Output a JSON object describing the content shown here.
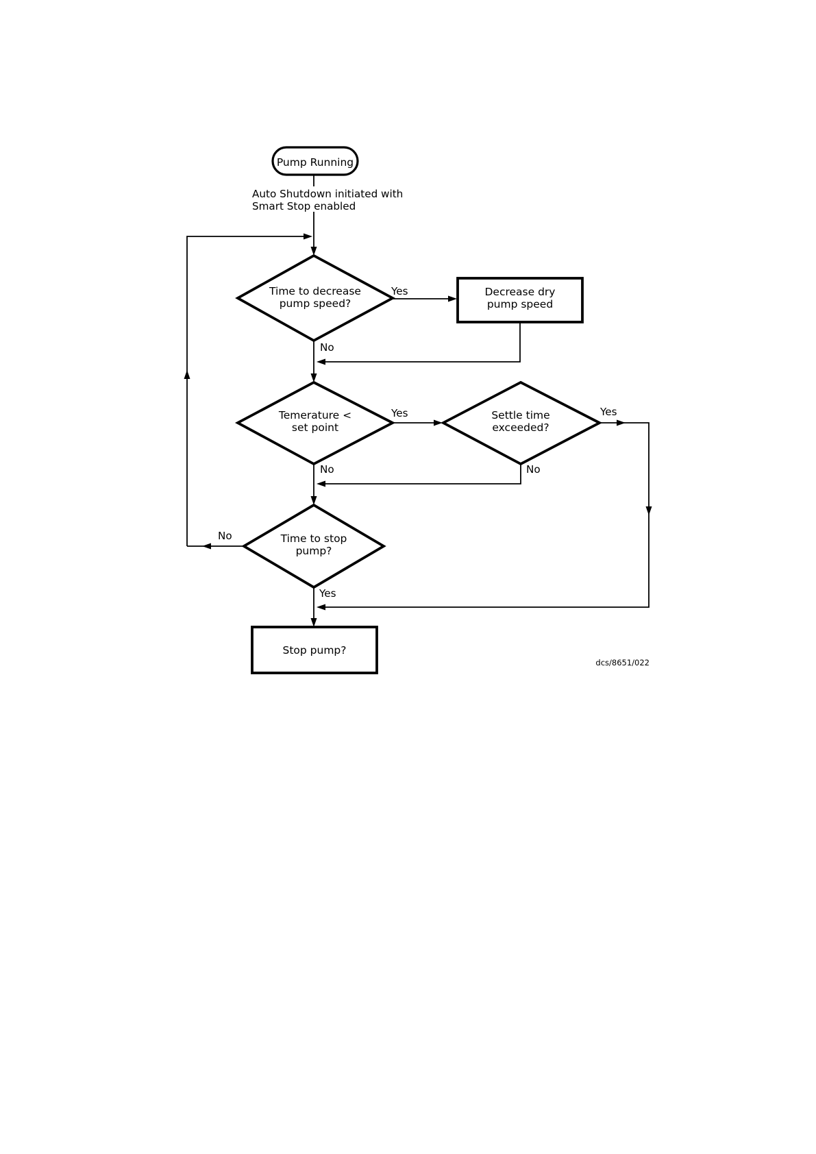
{
  "page": {
    "background": "#ffffff",
    "ink": "#000000"
  },
  "flowchart": {
    "start": {
      "label": "Pump Running"
    },
    "trigger_note": {
      "lines": [
        "Auto Shutdown initiated with",
        "Smart Stop enabled"
      ]
    },
    "decisions": {
      "decrease_speed": {
        "lines": [
          "Time to decrease",
          "pump speed?"
        ],
        "yes": "Yes",
        "no": "No"
      },
      "temperature": {
        "lines": [
          "Temerature <",
          "set point"
        ],
        "yes": "Yes",
        "no": "No"
      },
      "settle_time": {
        "lines": [
          "Settle time",
          "exceeded?"
        ],
        "yes": "Yes",
        "no": "No"
      },
      "stop_time": {
        "lines": [
          "Time to stop",
          "pump?"
        ],
        "yes": "Yes",
        "no": "No"
      }
    },
    "processes": {
      "decrease_dry_pump": {
        "lines": [
          "Decrease dry",
          "pump speed"
        ]
      },
      "stop_pump": {
        "label": "Stop pump?"
      }
    },
    "caption": "dcs/8651/022"
  }
}
